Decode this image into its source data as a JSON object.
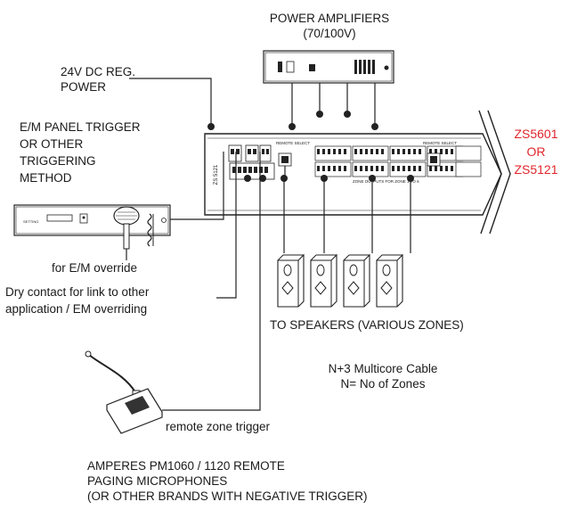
{
  "labels": {
    "amp_title_1": "POWER AMPLIFIERS",
    "amp_title_2": "(70/100V)",
    "power_1": "24V DC REG.",
    "power_2": "POWER",
    "trigger_1": "E/M PANEL TRIGGER",
    "trigger_2": "OR OTHER",
    "trigger_3": "TRIGGERING",
    "trigger_4": "METHOD",
    "model_1": "ZS5601",
    "model_2": "OR",
    "model_3": "ZS5121",
    "em_override": "for E/M override",
    "dry_contact_1": "Dry contact for link to other",
    "dry_contact_2": "application / EM overriding",
    "speakers": "TO SPEAKERS (VARIOUS ZONES)",
    "cable_1": "N+3 Multicore Cable",
    "cable_2": "N= No of Zones",
    "remote_trigger": "remote zone trigger",
    "mic_1": "AMPERES PM1060 / 1120 REMOTE",
    "mic_2": "PAGING MICROPHONES",
    "mic_3": "(OR OTHER BRANDS WITH NEGATIVE TRIGGER)"
  },
  "device_text": {
    "unit_model": "ZS 5121",
    "remote_select": "REMOTE SELECT",
    "zone_outputs": "ZONE OUTPUTS FOR ZONE 1 TO 6",
    "panel_label": "SETTING"
  },
  "colors": {
    "line": "#222222",
    "model_text": "#e0262c"
  }
}
